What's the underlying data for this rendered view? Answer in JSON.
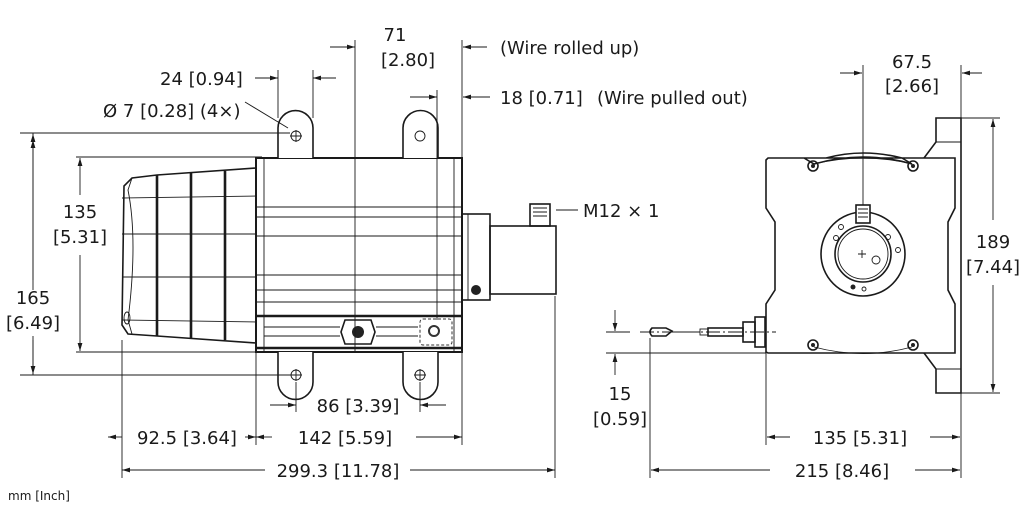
{
  "units_note": "mm [Inch]",
  "side_view": {
    "dim_71": {
      "mm": "71",
      "inch": "[2.80]",
      "note": "(Wire rolled up)"
    },
    "dim_18": {
      "mm_inch": "18 [0.71]",
      "note": "(Wire pulled out)"
    },
    "dim_24": "24 [0.94]",
    "hole_callout": "Ø 7 [0.28] (4×)",
    "dim_135": {
      "mm": "135",
      "inch": "[5.31]"
    },
    "dim_165": {
      "mm": "165",
      "inch": "[6.49]"
    },
    "connector": "M12 × 1",
    "dim_86": "86 [3.39]",
    "dim_92_5": "92.5 [3.64]",
    "dim_142": "142 [5.59]",
    "dim_299_3": "299.3 [11.78]"
  },
  "front_view": {
    "dim_67_5": {
      "mm": "67.5",
      "inch": "[2.66]"
    },
    "dim_189": {
      "mm": "189",
      "inch": "[7.44]"
    },
    "dim_15": {
      "mm": "15",
      "inch": "[0.59]"
    },
    "dim_135": "135 [5.31]",
    "dim_215": "215 [8.46]"
  }
}
